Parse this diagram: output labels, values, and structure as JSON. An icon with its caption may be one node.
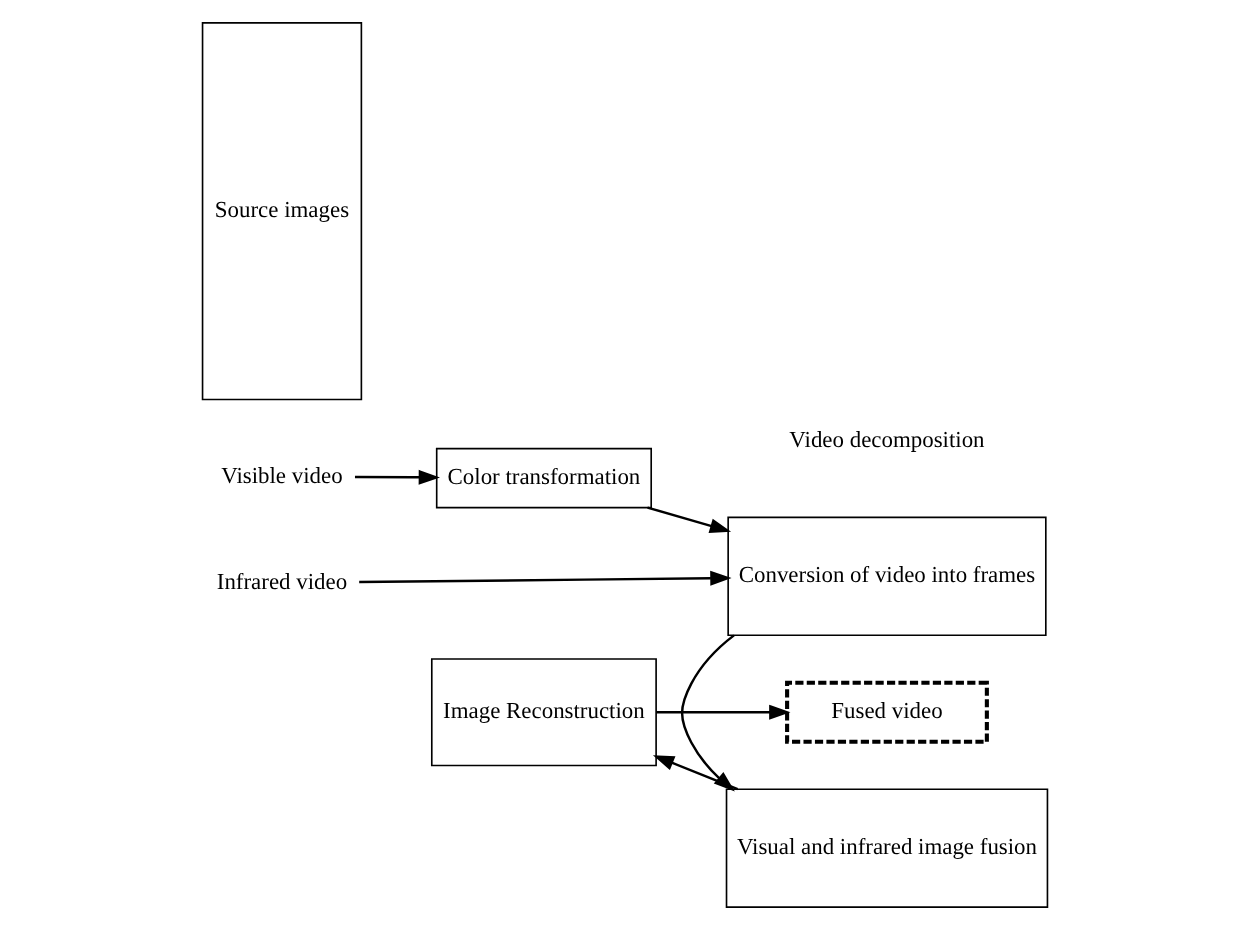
{
  "diagram": {
    "nodes": [
      {
        "text": [
          "Source images"
        ]
      },
      {
        "text": [
          "Visible video"
        ]
      },
      {
        "text": [
          "Infrared video"
        ]
      },
      {
        "text": [
          "Color transformation"
        ]
      },
      {
        "text": [
          "Conversion of video into frames"
        ],
        "beside": [
          "Video decomposition"
        ]
      },
      {
        "text": [
          "Visual and infrared image fusion"
        ]
      },
      {
        "text": [
          "Image Reconstruction"
        ]
      },
      {
        "text": [
          "Fused video"
        ]
      }
    ],
    "edges": [
      {
        "from": 1,
        "to": 3,
        "arrow": "to"
      },
      {
        "from": 3,
        "to": 4,
        "arrow": "to"
      },
      {
        "from": 2,
        "to": 4,
        "arrow": "to"
      },
      {
        "from": 4,
        "to": 5,
        "arrow": "to"
      },
      {
        "from": 5,
        "to": 6,
        "arrow": "to"
      },
      {
        "from": 6,
        "to": 7,
        "arrow": "to"
      }
    ]
  }
}
